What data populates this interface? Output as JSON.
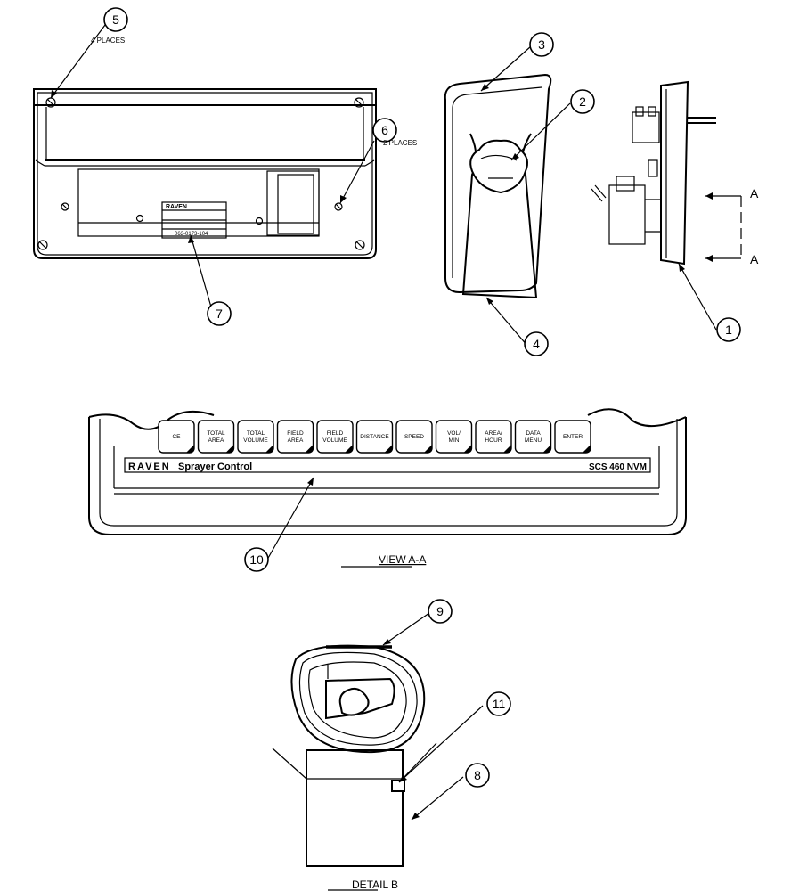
{
  "callouts": [
    {
      "id": "1",
      "label": "1"
    },
    {
      "id": "2",
      "label": "2"
    },
    {
      "id": "3",
      "label": "3"
    },
    {
      "id": "4",
      "label": "4"
    },
    {
      "id": "5",
      "label": "5",
      "note": "4 PLACES"
    },
    {
      "id": "6",
      "label": "6",
      "note": "2 PLACES"
    },
    {
      "id": "7",
      "label": "7"
    },
    {
      "id": "8",
      "label": "8"
    },
    {
      "id": "9",
      "label": "9"
    },
    {
      "id": "10",
      "label": "10"
    },
    {
      "id": "11",
      "label": "11"
    }
  ],
  "section_marker": {
    "top": "A",
    "bottom": "A"
  },
  "view_titles": {
    "view_a": "VIEW A-A",
    "detail_b": "DETAIL B"
  },
  "label_plate": {
    "brand": "RAVEN",
    "number": "063-0173-104"
  },
  "panel": {
    "brand": "RAVEN",
    "product": "Sprayer Control",
    "model": "SCS 460 NVM",
    "keys": [
      {
        "line1": "CE",
        "line2": ""
      },
      {
        "line1": "TOTAL",
        "line2": "AREA"
      },
      {
        "line1": "TOTAL",
        "line2": "VOLUME"
      },
      {
        "line1": "FIELD",
        "line2": "AREA"
      },
      {
        "line1": "FIELD",
        "line2": "VOLUME"
      },
      {
        "line1": "DISTANCE",
        "line2": ""
      },
      {
        "line1": "SPEED",
        "line2": ""
      },
      {
        "line1": "VOL/",
        "line2": "MIN"
      },
      {
        "line1": "AREA/",
        "line2": "HOUR"
      },
      {
        "line1": "DATA",
        "line2": "MENU"
      },
      {
        "line1": "ENTER",
        "line2": ""
      }
    ]
  }
}
